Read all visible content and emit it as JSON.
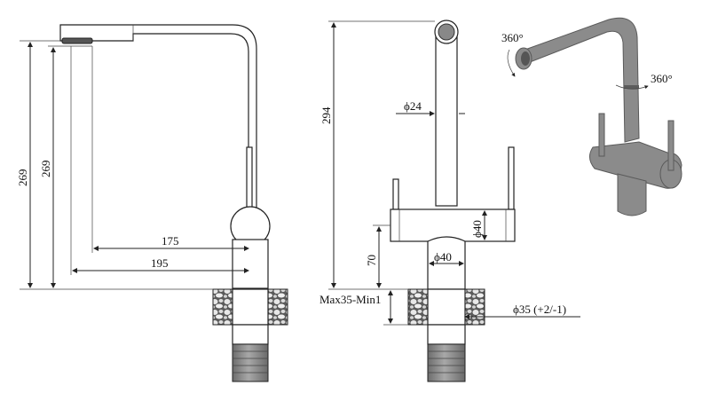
{
  "dimensions": {
    "side_total_height": "269",
    "side_spout_height": "269",
    "side_reach_175": "175",
    "side_reach_195": "195",
    "front_total_height": "294",
    "front_spout_diameter": "ϕ24",
    "front_handle_diameter": "ϕ40",
    "front_body_diameter": "ϕ40",
    "front_body_height": "70",
    "front_deck_thickness": "Max35-Min1",
    "front_hole_diameter": "ϕ35 (+2/-1)"
  },
  "render_labels": {
    "spout_rotation": "360°",
    "body_rotation": "360°"
  }
}
